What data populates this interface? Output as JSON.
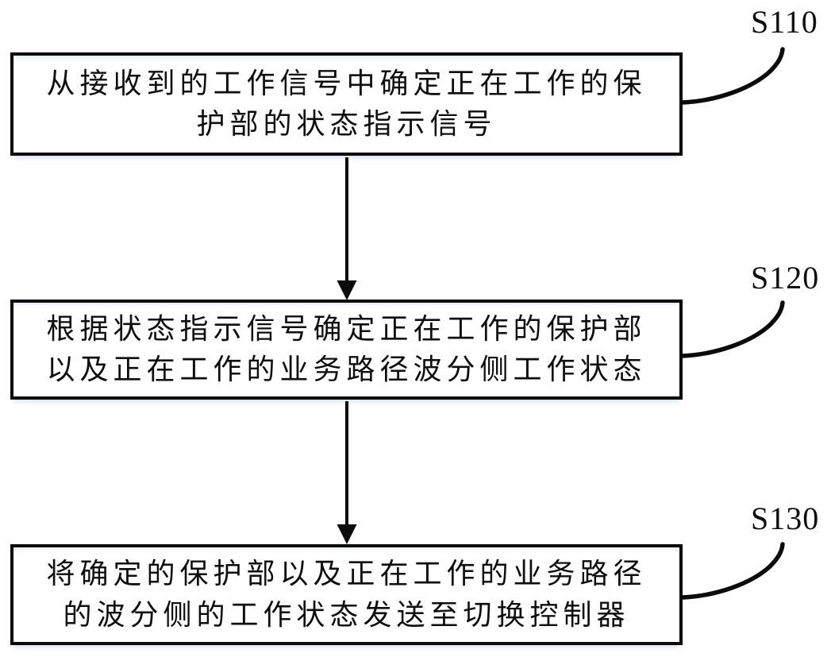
{
  "diagram": {
    "type": "flowchart",
    "orientation": "vertical",
    "steps": [
      {
        "label": "S110",
        "lines": [
          "从接收到的工作信号中确定正在工作的保",
          "护部的状态指示信号"
        ]
      },
      {
        "label": "S120",
        "lines": [
          "根据状态指示信号确定正在工作的保护部",
          "以及正在工作的业务路径波分侧工作状态"
        ]
      },
      {
        "label": "S130",
        "lines": [
          "将确定的保护部以及正在工作的业务路径",
          "的波分侧的工作状态发送至切换控制器"
        ]
      }
    ],
    "connectors": [
      {
        "from": "S110",
        "to": "S120",
        "type": "arrow-down"
      },
      {
        "from": "S120",
        "to": "S130",
        "type": "arrow-down"
      }
    ],
    "colors": {
      "line": "#0b0b0b",
      "box_fill": "#ffffff",
      "background": "#ffffff",
      "text": "#0e0e0e"
    }
  }
}
